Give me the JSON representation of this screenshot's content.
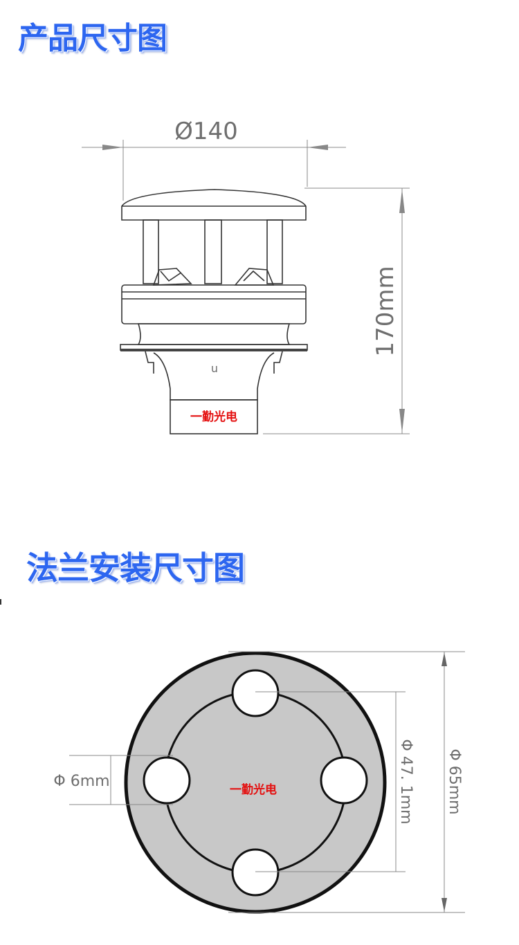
{
  "sections": [
    {
      "title": "产品尺寸图",
      "dimensions": {
        "diameter_label": "Ø140",
        "height_label": "170mm",
        "port_label": "u"
      },
      "brand_watermark": "一勤光电"
    },
    {
      "title": "法兰安装尺寸图",
      "dimensions": {
        "hole_label": "Φ 6mm",
        "bolt_circle_label": "Φ 47. 1mm",
        "outer_label": "Φ 65mm"
      },
      "brand_watermark": "一勤光电"
    }
  ],
  "colors": {
    "title": "#2d66f0",
    "watermark": "#e41010",
    "flange_fill": "#c8c8c8"
  }
}
